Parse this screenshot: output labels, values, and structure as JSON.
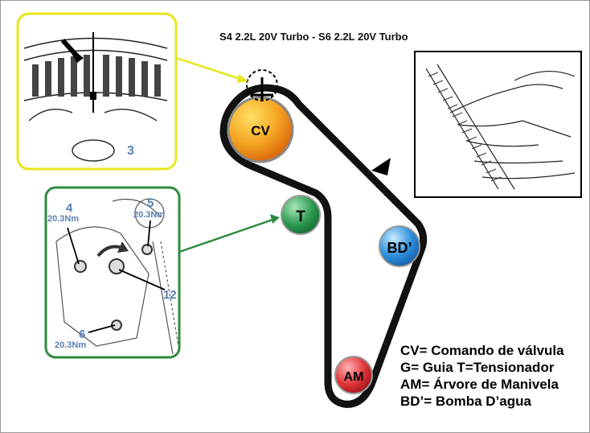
{
  "title": "S4 2.2L 20V Turbo - S6 2.2L 20V Turbo",
  "pulleys": {
    "cv": "CV",
    "t": "T",
    "bd": "BD’",
    "am": "AM"
  },
  "inset_top": {
    "number": "3"
  },
  "inset_left": {
    "label_4": "4",
    "torque_4": "20.3Nm",
    "label_5": "5",
    "torque_5": "20.3Nm",
    "label_12": "12",
    "label_6": "6",
    "torque_6": "20.3Nm"
  },
  "legend": {
    "line1": "CV= Comando de válvula",
    "line2": "G= Guia T=Tensionador",
    "line3": "AM= Árvore de Manivela",
    "line4": "BD’= Bomba D’agua"
  },
  "colors": {
    "yellow_frame": "#e6e61e",
    "green_frame": "#2e8b3e",
    "callout_blue": "#5a7fb0"
  }
}
